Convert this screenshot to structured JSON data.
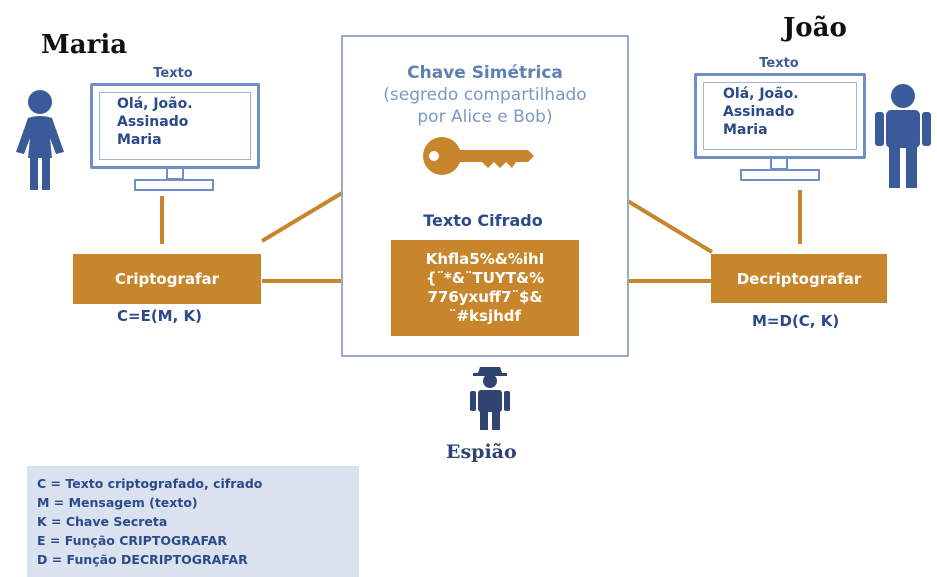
{
  "maria": {
    "name": "Maria",
    "screen_label": "Texto",
    "screen_lines": [
      "Olá, João.",
      "Assinado",
      "Maria"
    ]
  },
  "joao": {
    "name": "João",
    "screen_label": "Texto",
    "screen_lines": [
      "Olá, João.",
      "Assinado",
      "Maria"
    ]
  },
  "encrypt": {
    "label": "Criptografar",
    "formula": "C=E(M, K)"
  },
  "decrypt": {
    "label": "Decriptografar",
    "formula": "M=D(C, K)"
  },
  "key_panel": {
    "title_line1": "Chave Simétrica",
    "title_line2": "(segredo compartilhado",
    "title_line3": "por Alice e Bob)"
  },
  "cipher": {
    "title": "Texto Cifrado",
    "lines": [
      "Khfla5%&%ihI",
      "{¨*&¨TUYT&%",
      "776yxuff7¨$&",
      "¨#ksjhdf"
    ]
  },
  "spy": {
    "name": "Espião"
  },
  "legend": {
    "items": [
      "C = Texto criptografado, cifrado",
      "M = Mensagem (texto)",
      "K = Chave Secreta",
      "E = Função CRIPTOGRAFAR",
      "D = Função DECRIPTOGRAFAR"
    ]
  },
  "colors": {
    "orange": "#c8862c",
    "blue": "#2b4a8a",
    "figure": "#3a5a9a",
    "monitor": "#6f8fc6",
    "legend_bg": "#dbe2ef"
  }
}
